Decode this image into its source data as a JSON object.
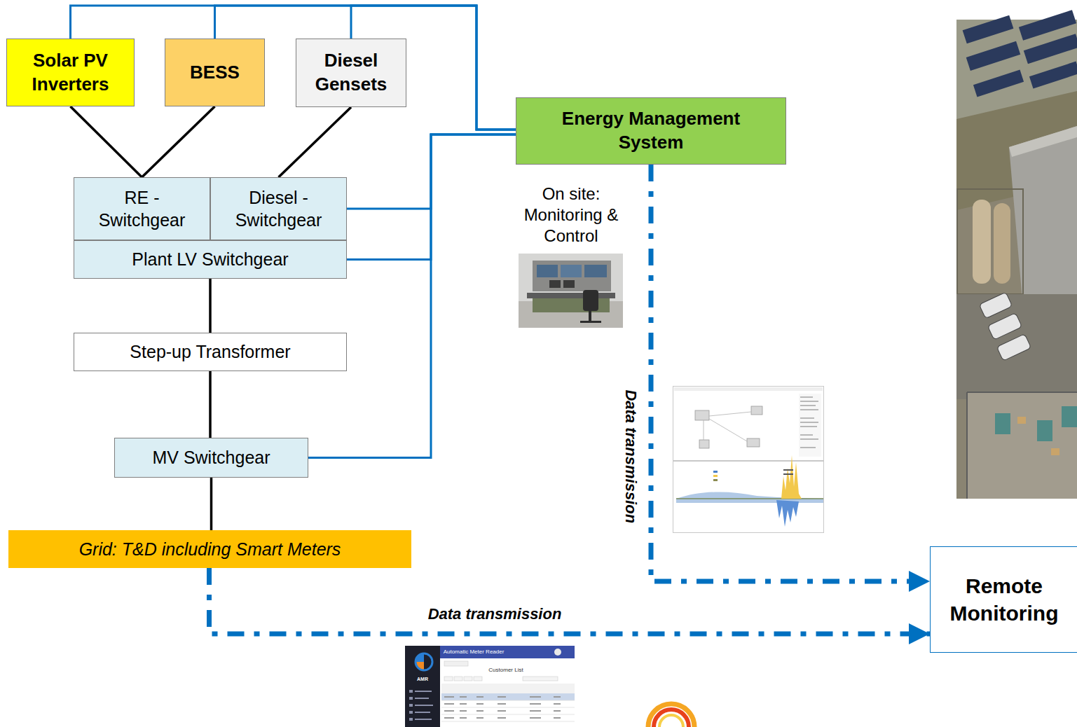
{
  "diagram": {
    "nodes": [
      {
        "text": [
          "Solar PV Inverters"
        ]
      },
      {
        "text": [
          "BESS"
        ]
      },
      {
        "text": [
          "Diesel Gensets"
        ]
      },
      {
        "text": [
          "Energy Management System"
        ]
      },
      {
        "text": [
          "RE - Switchgear"
        ]
      },
      {
        "text": [
          "Diesel - Switchgear"
        ]
      },
      {
        "text": [
          "Plant LV Switchgear"
        ]
      },
      {
        "text": [
          "Step-up Transformer"
        ]
      },
      {
        "text": [
          "MV Switchgear"
        ]
      },
      {
        "text": [
          "Grid: T&D including Smart Meters"
        ]
      },
      {
        "text": [
          "Remote Monitoring"
        ]
      }
    ],
    "edges": [
      {
        "from": 0,
        "to": 4,
        "arrow": "none"
      },
      {
        "from": 1,
        "to": 4,
        "arrow": "none"
      },
      {
        "from": 2,
        "to": 5,
        "arrow": "none"
      },
      {
        "from": 6,
        "to": 7,
        "arrow": "none"
      },
      {
        "from": 7,
        "to": 8,
        "arrow": "none"
      },
      {
        "from": 8,
        "to": 9,
        "arrow": "none"
      },
      {
        "from": 3,
        "to": 0,
        "arrow": "none"
      },
      {
        "from": 3,
        "to": 1,
        "arrow": "none"
      },
      {
        "from": 3,
        "to": 2,
        "arrow": "none"
      },
      {
        "from": 3,
        "to": 5,
        "arrow": "none"
      },
      {
        "from": 3,
        "to": 6,
        "arrow": "none"
      },
      {
        "from": 3,
        "to": 8,
        "arrow": "none"
      },
      {
        "from": 3,
        "to": 10,
        "label": "Data transmission",
        "arrow": "to"
      },
      {
        "from": 9,
        "to": 10,
        "label": "Data transmission",
        "arrow": "to"
      }
    ],
    "labels": [
      "On site: Monitoring & Control",
      "Automatic Meter Reader",
      "Customer List",
      "AMR"
    ]
  }
}
